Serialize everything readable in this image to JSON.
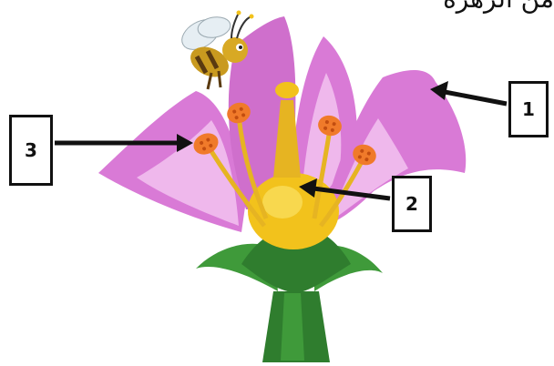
{
  "labels": {
    "one": "1",
    "two": "2",
    "three": "3"
  },
  "parts": {
    "one": "petal",
    "two": "pistil",
    "three": "stamen-anther"
  },
  "colors": {
    "petal": "#d97ad6",
    "petal_light": "#efb8ec",
    "petal_dark": "#b955b6",
    "ovary": "#f2c21c",
    "style": "#e6b422",
    "anther": "#f07a2a",
    "sepal": "#3f9a3a",
    "stem": "#2f7d2e",
    "arrow": "#111111",
    "bee_body": "#c99a1f",
    "bee_stripe": "#5a3a10",
    "bee_wing": "#e6eef3"
  },
  "icons": {
    "bee": "bee-icon"
  },
  "sentence_fragment": "من الزهرة"
}
